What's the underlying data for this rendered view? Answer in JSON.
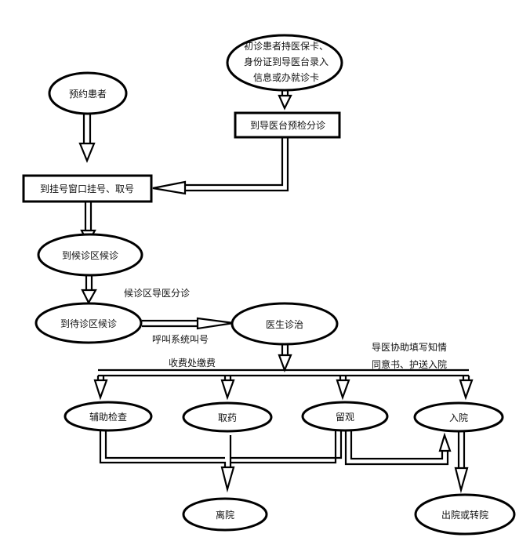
{
  "nodes": {
    "first_visit": [
      "初诊患者持医保卡、",
      "身份证到导医台录入",
      "信息或办就诊卡"
    ],
    "appointment": "预约患者",
    "triage_desk": "到导医台预检分诊",
    "registration": "到挂号窗口挂号、取号",
    "waiting_area": "到候诊区候诊",
    "clinic_waiting": "到待诊区候诊",
    "doctor": "医生诊治",
    "aux_exam": "辅助检查",
    "medicine": "取药",
    "observation": "留观",
    "admission": "入院",
    "leave": "离院",
    "discharge": "出院或转院"
  },
  "annotations": {
    "triage_guide": "候诊区导医分诊",
    "call_system": "呼叫系统叫号",
    "payment": "收费处缴费",
    "guide_help": [
      "导医协助填写知情",
      "同意书、护送入院"
    ]
  },
  "colors": {
    "stroke": "#000000",
    "fill": "#ffffff",
    "text": "#111111"
  }
}
